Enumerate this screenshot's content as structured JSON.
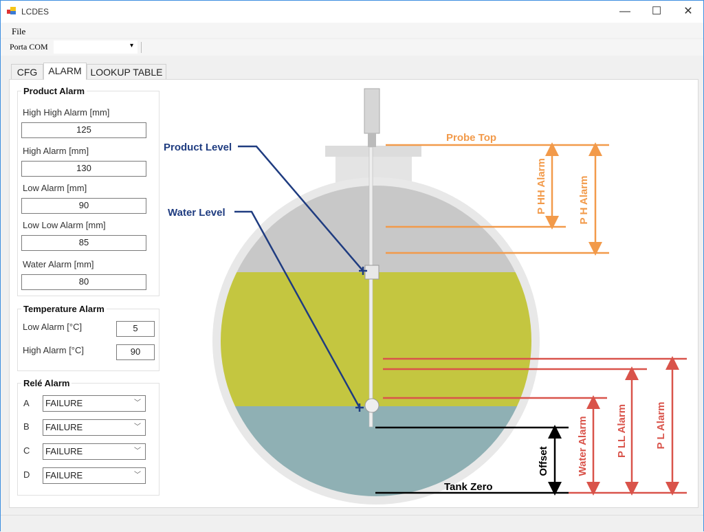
{
  "window": {
    "title": "LCDES",
    "minimize": "—",
    "maximize": "☐",
    "close": "✕"
  },
  "menu": {
    "file": "File"
  },
  "toolbar": {
    "port_label": "Porta COM",
    "dropdown_arrow": "▾"
  },
  "tabs": [
    {
      "label": "CFG"
    },
    {
      "label": "ALARM"
    },
    {
      "label": "LOOKUP TABLE"
    }
  ],
  "product_alarm": {
    "title": "Product Alarm",
    "fields": [
      {
        "label": "High High Alarm [mm]",
        "value": "125"
      },
      {
        "label": "High Alarm [mm]",
        "value": "130"
      },
      {
        "label": "Low Alarm [mm]",
        "value": "90"
      },
      {
        "label": "Low Low Alarm [mm]",
        "value": "85"
      },
      {
        "label": "Water Alarm [mm]",
        "value": "80"
      }
    ]
  },
  "temperature_alarm": {
    "title": "Temperature Alarm",
    "fields": [
      {
        "label": "Low Alarm [°C]",
        "value": "5"
      },
      {
        "label": "High Alarm [°C]",
        "value": "90"
      }
    ]
  },
  "rele_alarm": {
    "title": "Relé Alarm",
    "chevron": "﹀",
    "relays": [
      {
        "label": "A",
        "value": "FAILURE"
      },
      {
        "label": "B",
        "value": "FAILURE"
      },
      {
        "label": "C",
        "value": "FAILURE"
      },
      {
        "label": "D",
        "value": "FAILURE"
      }
    ]
  },
  "diagram": {
    "product_level": "Product Level",
    "water_level": "Water Level",
    "probe_top": "Probe Top",
    "p_hh_alarm": "P HH Alarm",
    "p_h_alarm": "P H Alarm",
    "water_alarm": "Water Alarm",
    "p_ll_alarm": "P LL Alarm",
    "p_l_alarm": "P L Alarm",
    "offset": "Offset",
    "tank_zero": "Tank Zero",
    "colors": {
      "orange": "#f29a4a",
      "red": "#d9534a",
      "navy": "#1f3c80",
      "product": "#c4c640",
      "water": "#8fb0b4",
      "vapor": "#c8c8c8"
    }
  }
}
